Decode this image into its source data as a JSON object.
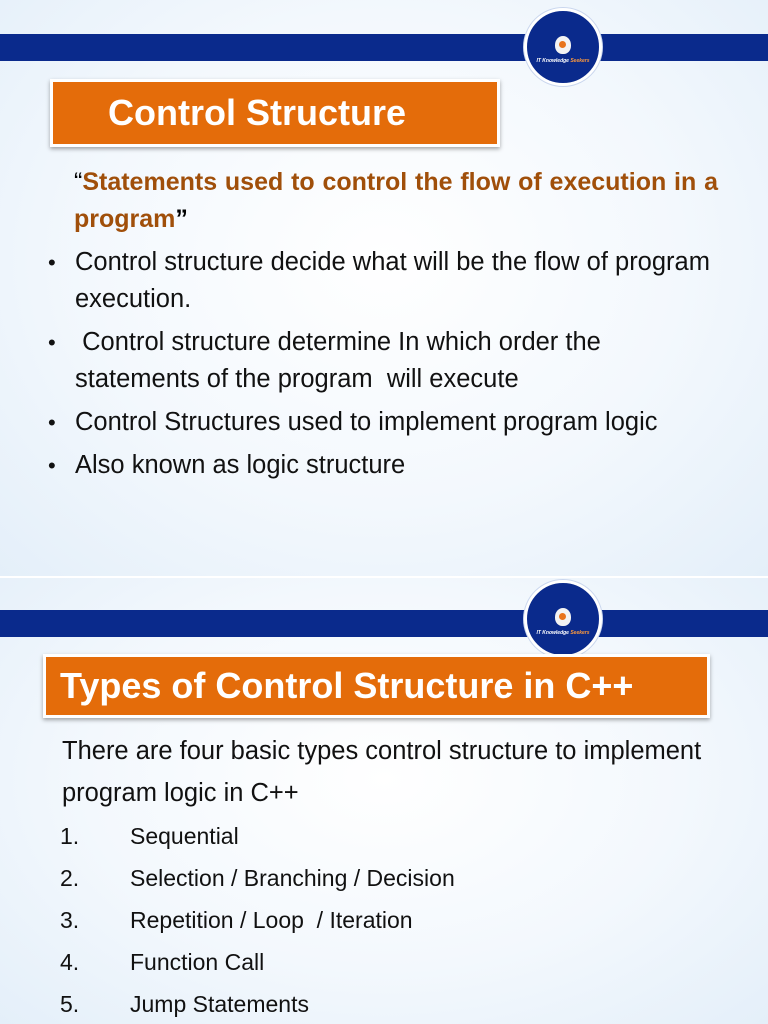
{
  "logo": {
    "text_main": "IT Knowledge",
    "text_accent": "Seekers"
  },
  "slide1": {
    "title": "Control Structure",
    "quote": {
      "open_mark": "“",
      "text": "Statements used to control the flow of execution in a program",
      "close_mark": "”"
    },
    "bullets": [
      "Control structure decide what will be the flow of program execution.",
      " Control structure determine In which order the statements of the program  will execute",
      "Control Structures used to implement program logic",
      "Also known as logic structure"
    ]
  },
  "slide2": {
    "title": "Types of Control Structure in C++",
    "intro": "There are four basic types control structure to implement program logic in C++",
    "items": [
      {
        "num": "1.",
        "label": "Sequential"
      },
      {
        "num": "2.",
        "label": "Selection / Branching / Decision"
      },
      {
        "num": "3.",
        "label": "Repetition / Loop  / Iteration"
      },
      {
        "num": "4.",
        "label": "Function Call"
      },
      {
        "num": "5.",
        "label": "Jump Statements"
      }
    ]
  },
  "colors": {
    "bar_blue": "#0a2a8c",
    "title_orange": "#e46c0a",
    "quote_brown": "#a04f0a"
  }
}
